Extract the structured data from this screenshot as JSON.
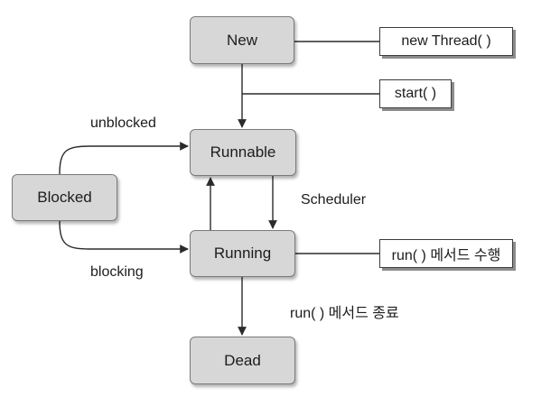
{
  "diagram": {
    "states": {
      "new": "New",
      "runnable": "Runnable",
      "blocked": "Blocked",
      "running": "Running",
      "dead": "Dead"
    },
    "notes": {
      "new_thread": "new Thread( )",
      "start": "start( )",
      "run_method": "run( ) 메서드 수행"
    },
    "edge_labels": {
      "unblocked": "unblocked",
      "blocking": "blocking",
      "scheduler": "Scheduler",
      "run_end": "run( ) 메서드 종료"
    },
    "colors": {
      "state_fill": "#d7d7d7",
      "line": "#2b2b2b"
    }
  }
}
